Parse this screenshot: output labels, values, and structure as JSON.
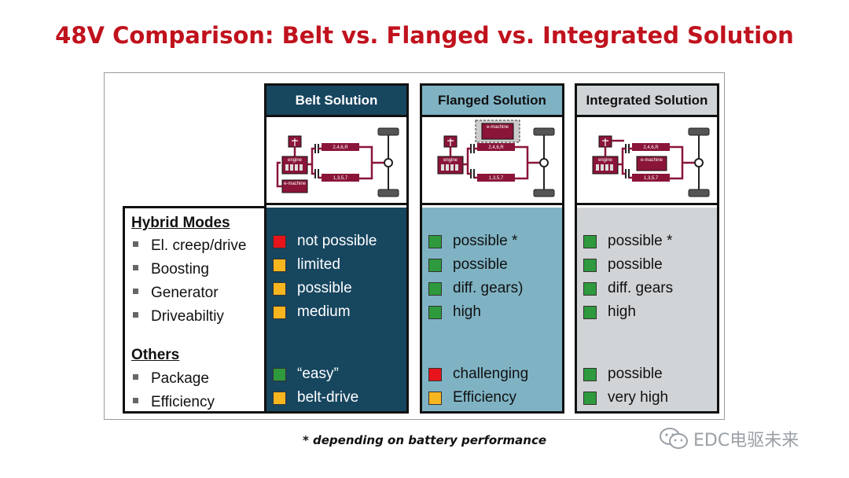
{
  "title": "48V Comparison: Belt vs. Flanged vs. Integrated Solution",
  "footnote": "* depending on battery performance",
  "watermark": "EDC电驱未来",
  "colors": {
    "red": "#e8141b",
    "yellow": "#f7b520",
    "green": "#2e9a3d"
  },
  "sections": {
    "hybrid": "Hybrid Modes",
    "others": "Others"
  },
  "rows": [
    "El. creep/drive",
    "Boosting",
    "Generator",
    "Driveabiltiy",
    "Package",
    "Efficiency"
  ],
  "diagram_labels": {
    "engine": "engine",
    "emachine": "e-machine",
    "gears_even": "2,4,6,R",
    "gears_odd": "1,3,5,7"
  },
  "columns": [
    {
      "header": "Belt Solution",
      "cells": [
        {
          "status": "red",
          "text": "not possible"
        },
        {
          "status": "yellow",
          "text": "limited"
        },
        {
          "status": "yellow",
          "text": "possible"
        },
        {
          "status": "yellow",
          "text": "medium"
        },
        {
          "status": "green",
          "text": "“easy”"
        },
        {
          "status": "yellow",
          "text": "belt-drive"
        }
      ]
    },
    {
      "header": "Flanged Solution",
      "cells": [
        {
          "status": "green",
          "text": "possible *"
        },
        {
          "status": "green",
          "text": "possible"
        },
        {
          "status": "green",
          "text": "diff. gears)"
        },
        {
          "status": "green",
          "text": "high"
        },
        {
          "status": "red",
          "text": "challenging"
        },
        {
          "status": "yellow",
          "text": "Efficiency"
        }
      ]
    },
    {
      "header": "Integrated Solution",
      "cells": [
        {
          "status": "green",
          "text": "possible *"
        },
        {
          "status": "green",
          "text": "possible"
        },
        {
          "status": "green",
          "text": "diff. gears"
        },
        {
          "status": "green",
          "text": "high"
        },
        {
          "status": "green",
          "text": "possible"
        },
        {
          "status": "green",
          "text": "very high"
        }
      ]
    }
  ]
}
